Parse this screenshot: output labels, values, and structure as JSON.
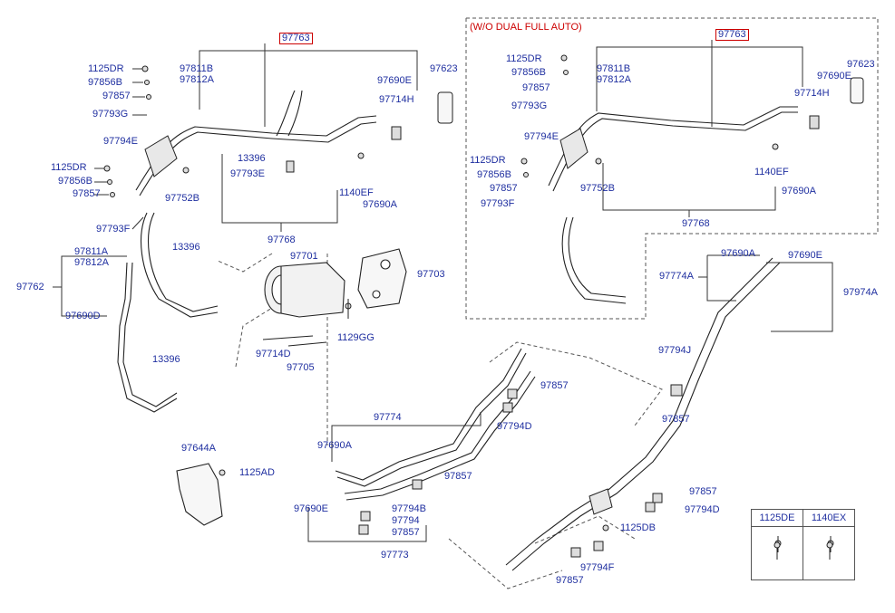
{
  "main_labels": {
    "l97763": "97763",
    "l1125DR_a": "1125DR",
    "l97856B_a": "97856B",
    "l97857_a": "97857",
    "l97793G_a": "97793G",
    "l97794E_a": "97794E",
    "l1125DR_b": "1125DR",
    "l97856B_b": "97856B",
    "l97857_b": "97857",
    "l97793F": "97793F",
    "l97811B": "97811B",
    "l97812A_a": "97812A",
    "l97752B": "97752B",
    "l13396_a": "13396",
    "l97793E": "97793E",
    "l97690E_a": "97690E",
    "l97623": "97623",
    "l97714H": "97714H",
    "l1140EF": "1140EF",
    "l97690A_a": "97690A",
    "l97768": "97768",
    "l13396_b": "13396",
    "l97701": "97701",
    "l97703": "97703",
    "l97811A": "97811A",
    "l97812A_b": "97812A",
    "l97762": "97762",
    "l97690D": "97690D",
    "l1129GG": "1129GG",
    "l97714D": "97714D",
    "l97705": "97705",
    "l13396_c": "13396",
    "l97644A": "97644A",
    "l1125AD": "1125AD"
  },
  "inset": {
    "title": "(W/O DUAL FULL AUTO)",
    "l97763": "97763",
    "l1125DR_a": "1125DR",
    "l97856B_a": "97856B",
    "l97857_a": "97857",
    "l97793G": "97793G",
    "l97794E": "97794E",
    "l1125DR_b": "1125DR",
    "l97856B_b": "97856B",
    "l97857_b": "97857",
    "l97793F": "97793F",
    "l97811B": "97811B",
    "l97812A": "97812A",
    "l97752B": "97752B",
    "l97623": "97623",
    "l97690E": "97690E",
    "l97714H": "97714H",
    "l1140EF": "1140EF",
    "l97690A": "97690A",
    "l97768": "97768"
  },
  "lower_labels": {
    "l97774": "97774",
    "l97690A": "97690A",
    "l97690E": "97690E",
    "l97857_a": "97857",
    "l97794D_a": "97794D",
    "l97857_b": "97857",
    "l97794B": "97794B",
    "l97794": "97794",
    "l97857_c": "97857",
    "l97773": "97773"
  },
  "right_labels": {
    "l97690A": "97690A",
    "l97690E": "97690E",
    "l97774A": "97774A",
    "l97974A": "97974A",
    "l97794J": "97794J",
    "l97857_a": "97857",
    "l97857_b": "97857",
    "l97794D": "97794D",
    "l1125DB": "1125DB",
    "l97794F": "97794F",
    "l97857_c": "97857"
  },
  "legend": {
    "col1": "1125DE",
    "col2": "1140EX"
  },
  "colors": {
    "label": "#1f2fa0",
    "highlight": "#cc0000",
    "line": "#333333"
  }
}
